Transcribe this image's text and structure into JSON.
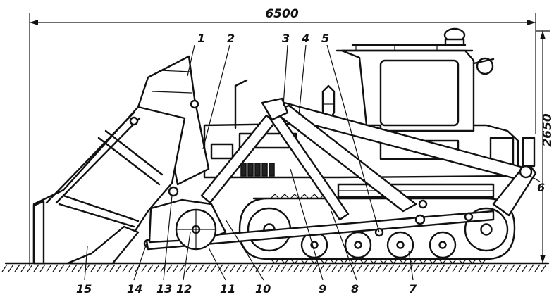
{
  "dimensions": {
    "length": "6500",
    "height": "2650"
  },
  "callouts": [
    "1",
    "2",
    "3",
    "4",
    "5",
    "6",
    "7",
    "8",
    "9",
    "10",
    "11",
    "12",
    "13",
    "14",
    "15"
  ],
  "colors": {
    "ink": "#111111",
    "paper": "#ffffff"
  }
}
